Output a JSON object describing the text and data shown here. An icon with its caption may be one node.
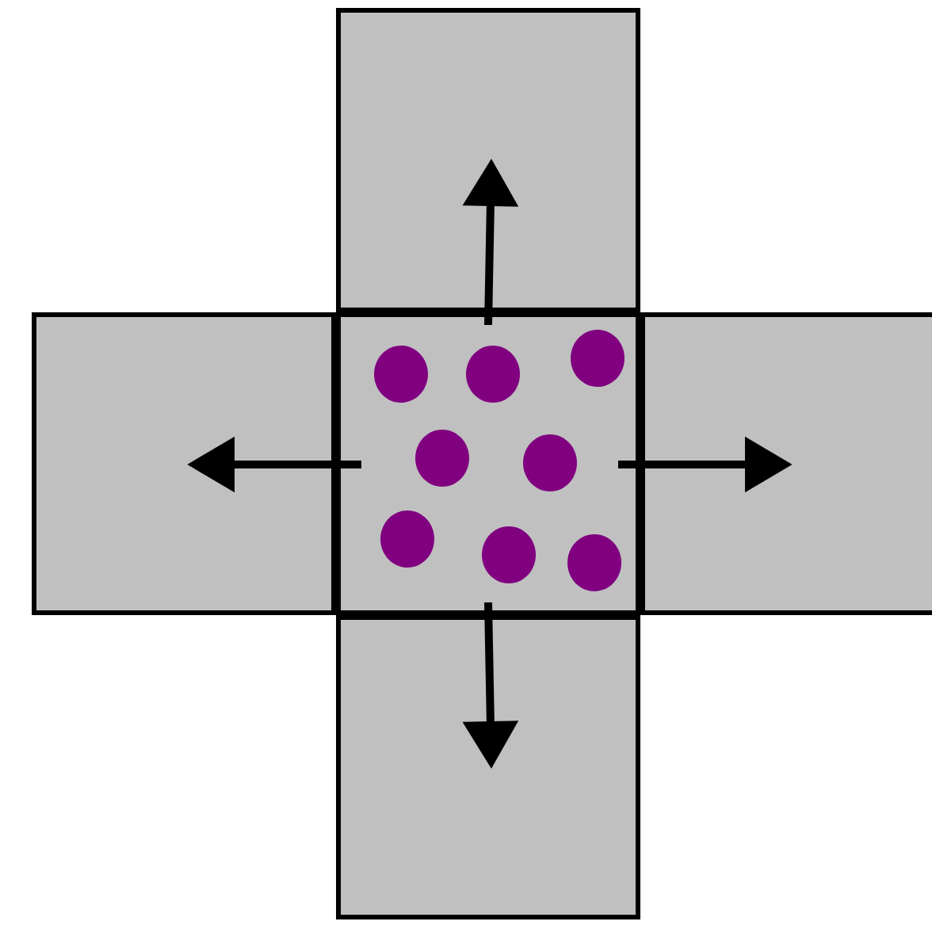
{
  "diagram": {
    "nodes": [
      {
        "text": [],
        "shape": "box"
      },
      {
        "text": [],
        "shape": "box"
      },
      {
        "text": [],
        "shape": "box"
      },
      {
        "text": [],
        "shape": "box"
      },
      {
        "text": [],
        "shape": "box"
      }
    ],
    "edges": [
      {
        "from": 2,
        "to": 0,
        "arrow": "to"
      },
      {
        "from": 2,
        "to": 1,
        "arrow": "to"
      },
      {
        "from": 2,
        "to": 3,
        "arrow": "to"
      },
      {
        "from": 2,
        "to": 4,
        "arrow": "to"
      }
    ]
  }
}
